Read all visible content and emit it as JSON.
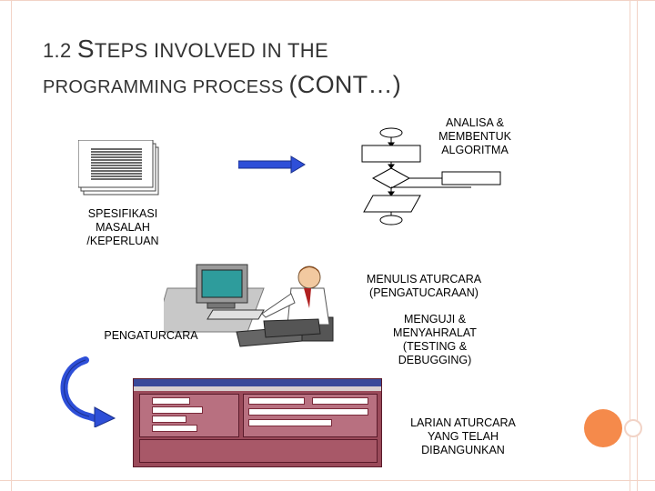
{
  "slide": {
    "title_line1_prefix": "1.2 ",
    "title_line1_cap": "S",
    "title_line1_rest": "TEPS INVOLVED IN THE",
    "title_line2_text": "PROGRAMMING PROCESS ",
    "title_line2_cap": "(CONT…)"
  },
  "labels": {
    "analisa": "ANALISA &\nMEMBENTUK\nALGORITMA",
    "spesifikasi": "SPESIFIKASI\nMASALAH\n/KEPERLUAN",
    "menulis": "MENULIS ATURCARA\n(PENGATUCARAAN)",
    "pengaturcara": "PENGATURCARA",
    "menguji": "MENGUJI &\nMENYAHRALAT\n(TESTING &\nDEBUGGING)",
    "larian": "LARIAN ATURCARA\nYANG TELAH\nDIBANGUNKAN"
  },
  "colors": {
    "accent_orange": "#f58a4b",
    "frame_pink": "#f2d3c6",
    "arrow_blue": "#2e4fd8",
    "screen_maroon": "#9a4a5a"
  }
}
